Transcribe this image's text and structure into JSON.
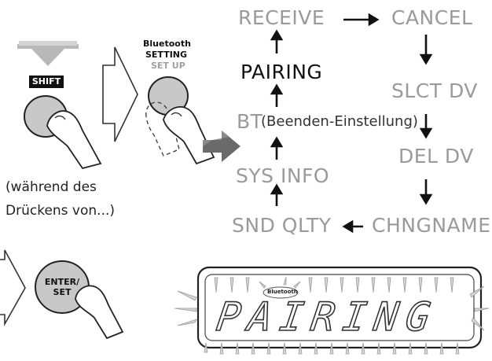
{
  "remote": {
    "shift_label": "SHIFT",
    "bluetooth_line1": "Bluetooth",
    "bluetooth_line2": "SETTING",
    "bluetooth_line3": "SET UP",
    "enter_line1": "ENTER/",
    "enter_line2": "SET",
    "caption_line1": "(während des",
    "caption_line2": "Drückens von...)"
  },
  "menu": {
    "receive": "RECEIVE",
    "cancel": "CANCEL",
    "pairing": "PAIRING",
    "slct_dv": "SLCT DV",
    "bt": "BT",
    "bt_note": "(Beenden-Einstellung)",
    "del_dv": "DEL DV",
    "sys_info": "SYS INFO",
    "snd_qlty": "SND QLTY",
    "chngname": "CHNGNAME"
  },
  "display": {
    "bluetooth_badge": "Bluetooth",
    "text": "PAIRING"
  },
  "colors": {
    "inactive_item": "#9a9a9a",
    "active_item": "#111111",
    "arrow": "#111111",
    "button_fill": "#c8c8c8"
  },
  "icons": [
    "down-arrow-icon",
    "right-arrow-icon",
    "finger-press-icon",
    "flash-rays-icon"
  ]
}
